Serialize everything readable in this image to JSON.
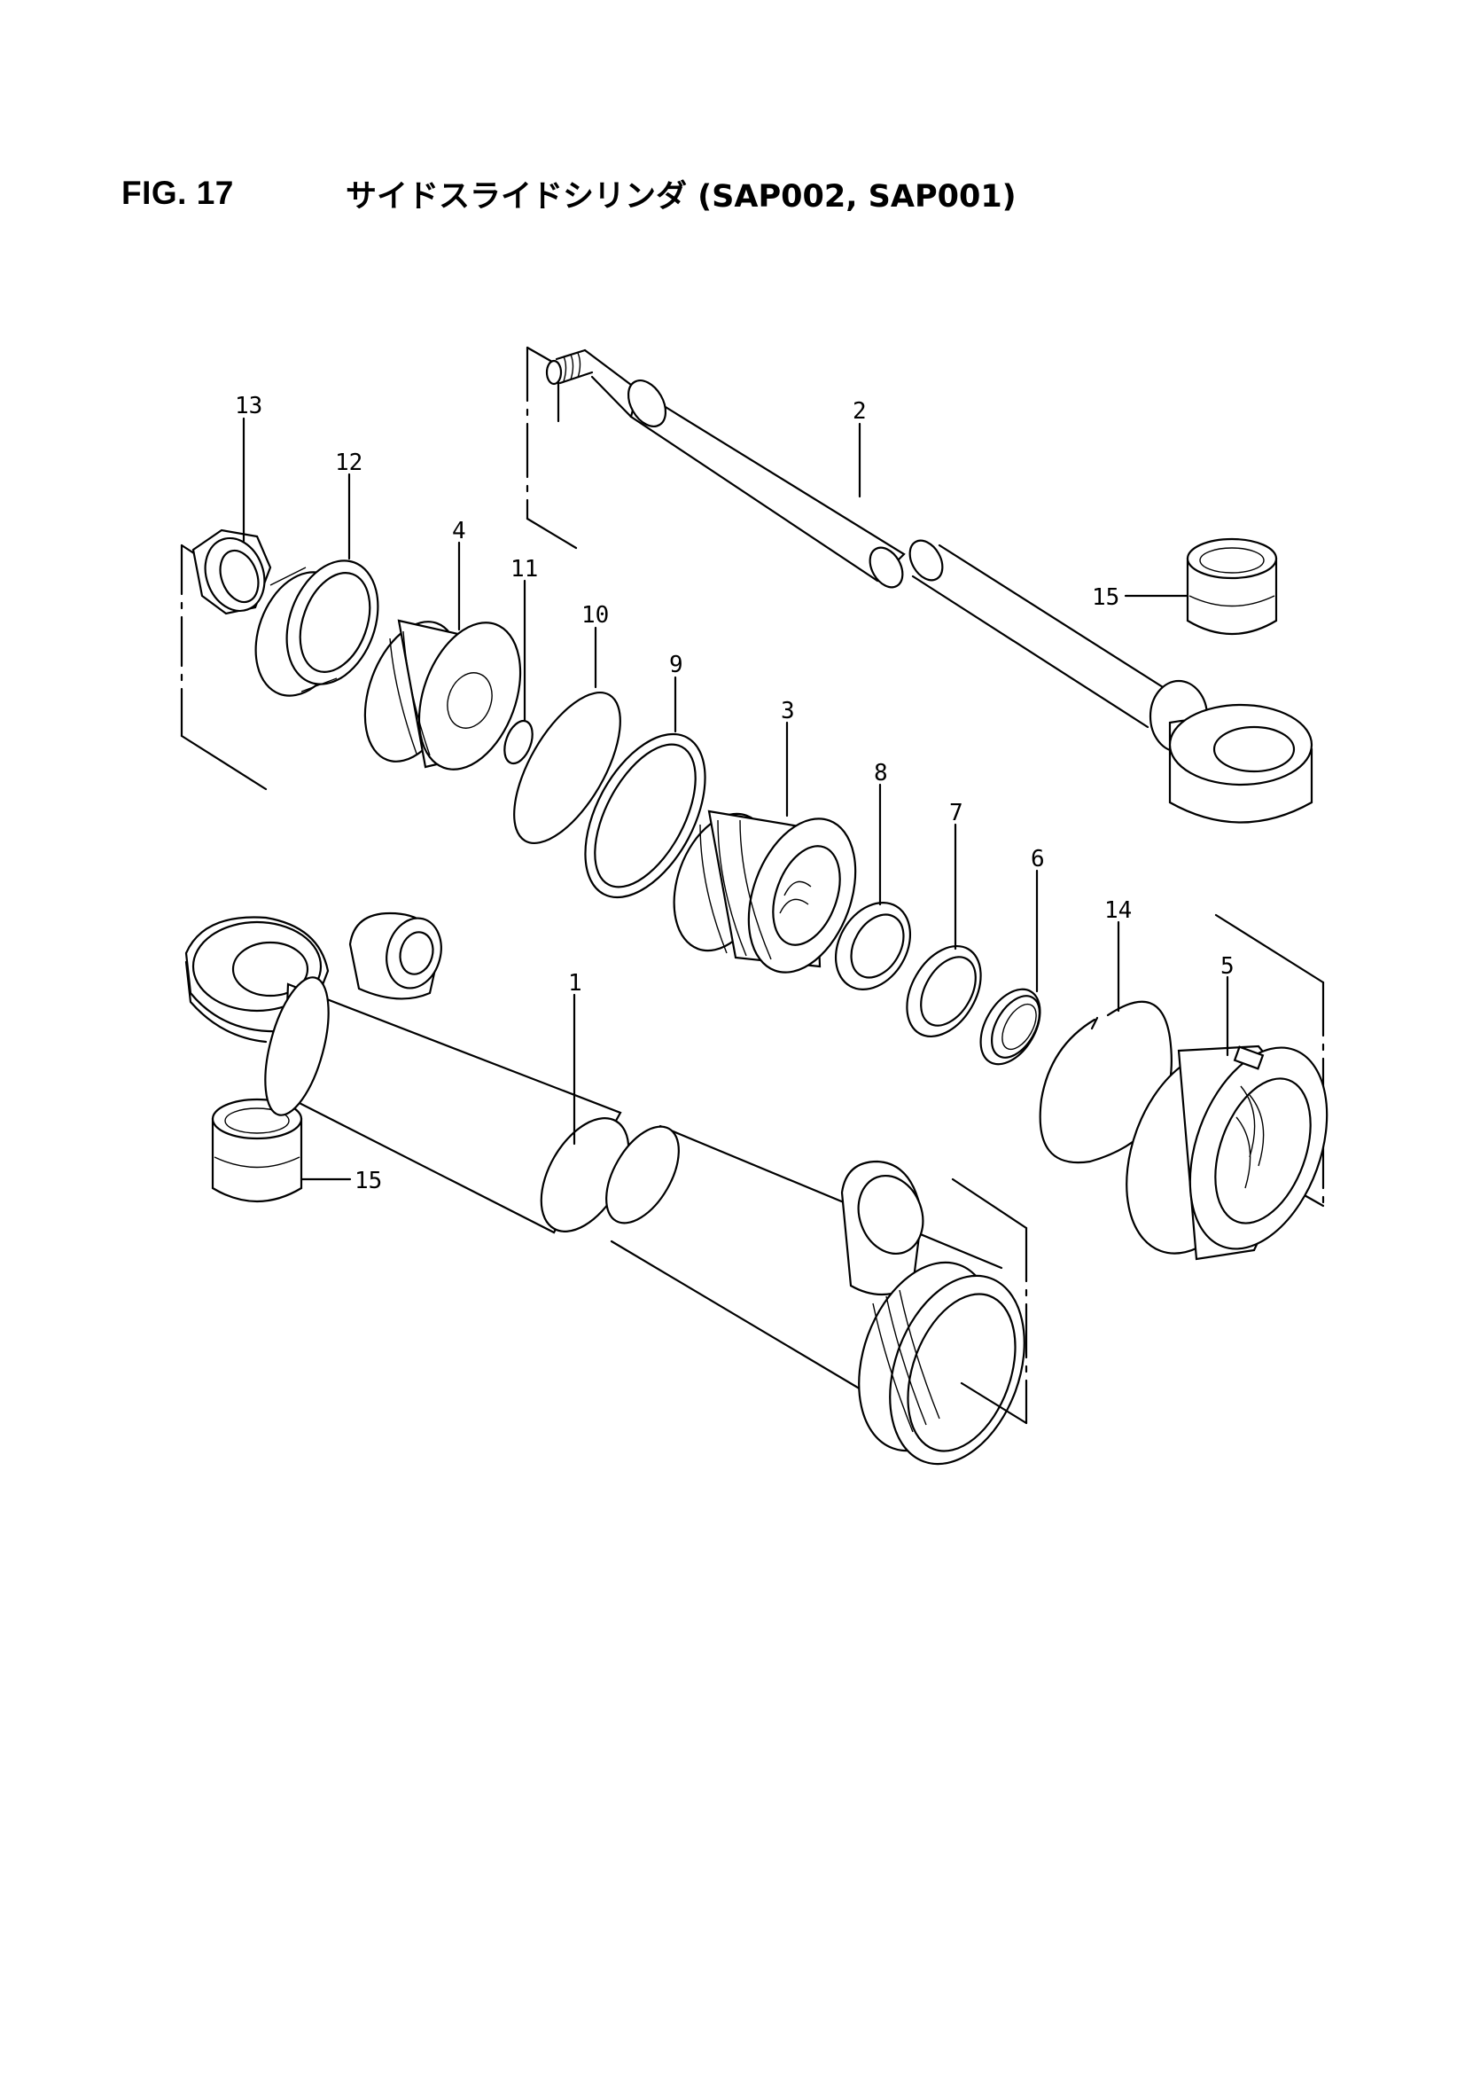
{
  "figure": {
    "number": "FIG. 17",
    "title": "サイドスライドシリンダ (SAP002, SAP001)"
  },
  "callouts": [
    {
      "id": "13",
      "label": "13"
    },
    {
      "id": "12",
      "label": "12"
    },
    {
      "id": "4",
      "label": "4"
    },
    {
      "id": "11",
      "label": "11"
    },
    {
      "id": "10",
      "label": "10"
    },
    {
      "id": "9",
      "label": "9"
    },
    {
      "id": "3",
      "label": "3"
    },
    {
      "id": "8",
      "label": "8"
    },
    {
      "id": "7",
      "label": "7"
    },
    {
      "id": "6",
      "label": "6"
    },
    {
      "id": "14",
      "label": "14"
    },
    {
      "id": "5",
      "label": "5"
    },
    {
      "id": "2",
      "label": "2"
    },
    {
      "id": "15a",
      "label": "15"
    },
    {
      "id": "1",
      "label": "1"
    },
    {
      "id": "15b",
      "label": "15"
    }
  ]
}
